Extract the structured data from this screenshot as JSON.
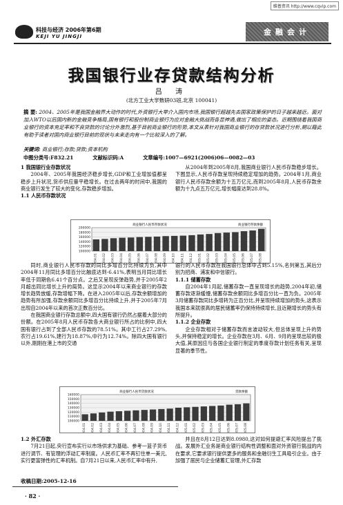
{
  "watermark": "维普资讯 http://www.cqvip.com",
  "header": {
    "journal_title": "科技与经济 2006年第6期",
    "journal_sub": "KEJI YU JINGJI",
    "badge": "金融会计"
  },
  "article": {
    "title": "我国银行业存贷款结构分析",
    "author": "吕 涛",
    "affiliation": "(北方工业大学数研03班,北京 100041)",
    "abstract_label": "摘 要:",
    "abstract": "2004、2005年是我国金融界大动作的时代,外资银行大举介入国内市场,我国银行超越先去国家政策保护的日子越来越近。面对加入WTO以后国内新的金融竞争格局,国有银行和股份制商业银行为应对金融大挑战而各显神通,做出了相应的姿态。近期围绕着我国商业银行的资本充足率和不良贷款的讨论分外激烈,基于目前商业银行的形势,本文从表针对我国商业银行的存贷款状况进行分析,期以藉此有助于读者对国内商业银行目前的现状与未来走向有一个比较深入的了解。",
    "keywords_label": "关键词:",
    "keywords": "商业银行;存款;贷款;资本机构",
    "class_no": "中图分类号:F832.21",
    "doc_code": "文献标识码:A",
    "article_no": "文章编号:1007—6921(2006)06—0082—03"
  },
  "left_col_1": {
    "heading": "1 我国银行业存款状况",
    "para": "2004年、2005年我国经济稳步增长,GDP和工业增加值都呈稳步上升状况,货币供应量平稳增长。在过去两年的时间中,我国的商业银行发生了较大的变化,存款稳步增加。",
    "subheading": "1.1 人民币存款状况"
  },
  "right_col_1": {
    "para": "从2004年到2005年8月,我国商业银行人民币存款稳步增长。下图显示,人民币存款呈现持续稳定增加的趋势。2004年1月,商业银行人民币存款余额为十五万亿元,而到2005年8月,人民币存款余额为十九点五万亿元,增长幅度达到28.8%。"
  },
  "figure1": {
    "title": "商业银行人民币存款状况",
    "legend": "商业银行存款余额"
  },
  "left_col_2": {
    "para1": "同时,商业银行人民币存款的同比多增百分比持续为负,其中2004年11月同比多增百分比触底达到-6.41%,表明当月同比增长率低于同期色6.41个百分点。之后又呈现反弹趋势,并于2005年2月超出同比增长上升的局势。这显示2004年以来商业银行的存款增长趋势放缓,存款增幅下降。在进入2005年以后,存款余额增加的趋势有所加强,存款余额同比多增百分比持续上升,并于2005年7月出现自2004年以来的首次正数百分比。",
    "para2": "在我国商业银行存款总额中,四大国有银行仍然占据着大部分的份额。在2005年8月人民币存款各大商业银行所占的比例中,四大国有银行占到了全部人民币存款的78.51%。其中工行占27.29%,农行占19.61%,建行为18.87%,中行为12.74%。除四大国有银行以外,刚刚在港上市的交通"
  },
  "right_col_2": {
    "para1": "银行的人民币存款在我国银行总体中占到5.15%,名列第五,其后分别为招商、浦发和中信银行。",
    "sub1": "1.1.1 储蓄存款",
    "para2": "自2004年1月起,储蓄存款一直呈现增长的趋势,2004年初,储蓄存款逐渐缓慢,储蓄存款余额同比多增百分比一直为负。2005年3月储蓄存款同比多增转为正百分比,并呈现持续增加的势头,这表示我国本来就很高的居民储蓄率仍保持持续增长,且近期增长的势头有所提升。",
    "sub2": "1.1.2 企业存款",
    "para3": "企业存款相对于储蓄存款而言波动较大,但总体呈现上升的势头,并保持稳定的增长。企业存款在3月、6月、9月的呈现出较的极大值,其原因应与各国企业银行制定的季度存款计划任务有关,呈现显著的季节性。"
  },
  "figure2": {
    "title": "商业银行人民币贷款状况",
    "legend": "贷款余额"
  },
  "left_col_3": {
    "subheading": "1.2 外汇存款",
    "para": "7月21日起,央行宣布实行以市场供求为基础、参考一篮子货币进行调节、有管理的浮动汇率制度。人民币汇率不再钉住单一美元,实行更富弹性的汇率机制。自7月21日以来,人民币汇率中有升,"
  },
  "right_col_3": {
    "para": "并且在8月12日达到8.0980,这对如何提避汇率风险提出了挑战。发展外汇业务是商业银行结构性调整和面对外资银行挑战的内在要求,它要求银行提供更多的服务和金融衍生工具吸引企业。由于加强了居民与企业储蓄汇管理,外汇存款"
  },
  "footer": {
    "received": "收稿日期:2005-12-16",
    "page": "· 82 ·"
  },
  "chart_data": [
    {
      "type": "bar",
      "title": "商业银行人民币存款状况",
      "ylim": [
        100000,
        200000
      ],
      "y_ticks": [
        "200000",
        "180000",
        "160000",
        "140000",
        "120000",
        "100000"
      ],
      "categories": [
        "2004.01",
        "2004.02",
        "2004.03",
        "2004.04",
        "2004.05",
        "2004.06",
        "2004.07",
        "2004.08",
        "2004.09",
        "2004.10",
        "2004.11",
        "2004.12",
        "2005.01",
        "2005.02",
        "2005.03",
        "2005.04",
        "2005.05",
        "2005.06",
        "2005.07",
        "2005.08"
      ],
      "values": [
        150000,
        152000,
        155000,
        157000,
        158000,
        160000,
        161000,
        162000,
        164000,
        165000,
        166000,
        168000,
        171000,
        173000,
        177000,
        179000,
        181000,
        185000,
        188000,
        195000
      ]
    },
    {
      "type": "bar",
      "title": "商业银行人民币贷款状况",
      "ylim": [
        100000,
        160000
      ],
      "y_ticks": [
        "160000",
        "150000",
        "140000",
        "130000",
        "120000",
        "110000",
        "100000"
      ],
      "categories": [
        "2004.01",
        "2004.02",
        "2004.03",
        "2004.04",
        "2004.05",
        "2004.06",
        "2004.07",
        "2004.08",
        "2004.09",
        "2004.10",
        "2004.11",
        "2004.12",
        "2005.01",
        "2005.02",
        "2005.03",
        "2005.04",
        "2005.05",
        "2005.06",
        "2005.07",
        "2005.08"
      ],
      "values": [
        115000,
        117000,
        119000,
        121000,
        122000,
        123000,
        124000,
        125000,
        126000,
        127000,
        128000,
        130000,
        131000,
        132000,
        133000,
        134000,
        135000,
        137000,
        138000,
        140000
      ]
    }
  ]
}
